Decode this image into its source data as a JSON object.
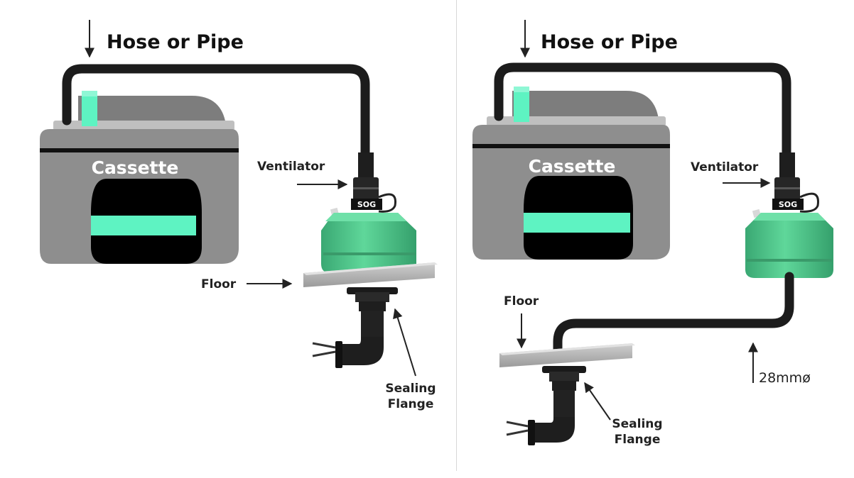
{
  "left": {
    "title": "Hose or Pipe",
    "cassette_label": "Cassette",
    "ventilator_label": "Ventilator",
    "floor_label": "Floor",
    "flange_line1": "Sealing",
    "flange_line2": "Flange",
    "brand": "SOG"
  },
  "right": {
    "title": "Hose or Pipe",
    "cassette_label": "Cassette",
    "ventilator_label": "Ventilator",
    "floor_label": "Floor",
    "flange_line1": "Sealing",
    "flange_line2": "Flange",
    "diameter_label": "28mmø",
    "brand": "SOG"
  },
  "colors": {
    "hose": "#1c1c1c",
    "cassette_body": "#8e8e8e",
    "cassette_top": "#7e7e7e",
    "fan_green": "#4fc98a",
    "window_mint": "#5ef3c2",
    "floor": "#c4c4c4"
  }
}
